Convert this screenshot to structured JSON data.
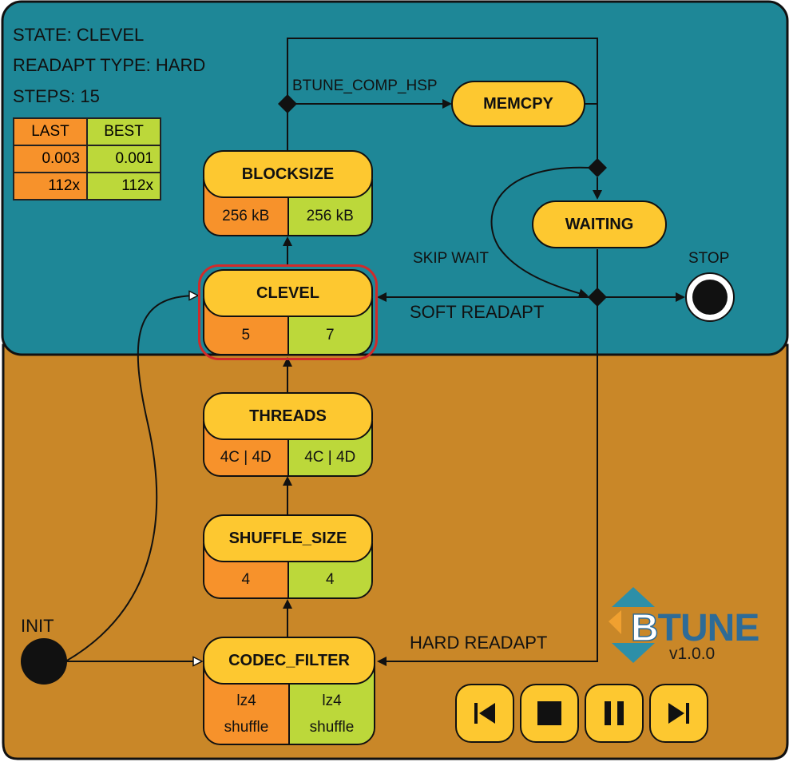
{
  "header": {
    "state_label": "STATE: CLEVEL",
    "readapt_label": "READAPT TYPE: HARD",
    "steps_label": "STEPS: 15"
  },
  "score_table": {
    "col_last": "LAST",
    "col_best": "BEST",
    "rows": [
      {
        "last": "0.003",
        "best": "0.001"
      },
      {
        "last": "112x",
        "best": "112x"
      }
    ]
  },
  "nodes": {
    "blocksize": {
      "title": "BLOCKSIZE",
      "last": "256 kB",
      "best": "256 kB"
    },
    "clevel": {
      "title": "CLEVEL",
      "last": "5",
      "best": "7"
    },
    "threads": {
      "title": "THREADS",
      "last": "4C | 4D",
      "best": "4C | 4D"
    },
    "shuffle_size": {
      "title": "SHUFFLE_SIZE",
      "last": "4",
      "best": "4"
    },
    "codec_filter": {
      "title": "CODEC_FILTER",
      "last_codec": "lz4",
      "last_filter": "shuffle",
      "best_codec": "lz4",
      "best_filter": "shuffle"
    },
    "memcpy": {
      "title": "MEMCPY"
    },
    "waiting": {
      "title": "WAITING"
    }
  },
  "edge_labels": {
    "btune_comp_hsp": "BTUNE_COMP_HSP",
    "skip_wait": "SKIP WAIT",
    "soft_readapt": "SOFT READAPT",
    "hard_readapt": "HARD READAPT",
    "stop": "STOP",
    "init": "INIT"
  },
  "active_node": "clevel",
  "logo": {
    "text_b": "B",
    "text_rest": "TUNE",
    "version": "v1.0.0"
  },
  "controls": [
    "skip-to-start",
    "stop",
    "pause",
    "skip-to-end"
  ],
  "colors": {
    "top_panel": "#1e8797",
    "bottom_panel": "#c98728",
    "node": "#fdc830",
    "last": "#f7922b",
    "best": "#bcd83a",
    "active_border": "#d12a2a",
    "logo": "#2d6b97"
  }
}
